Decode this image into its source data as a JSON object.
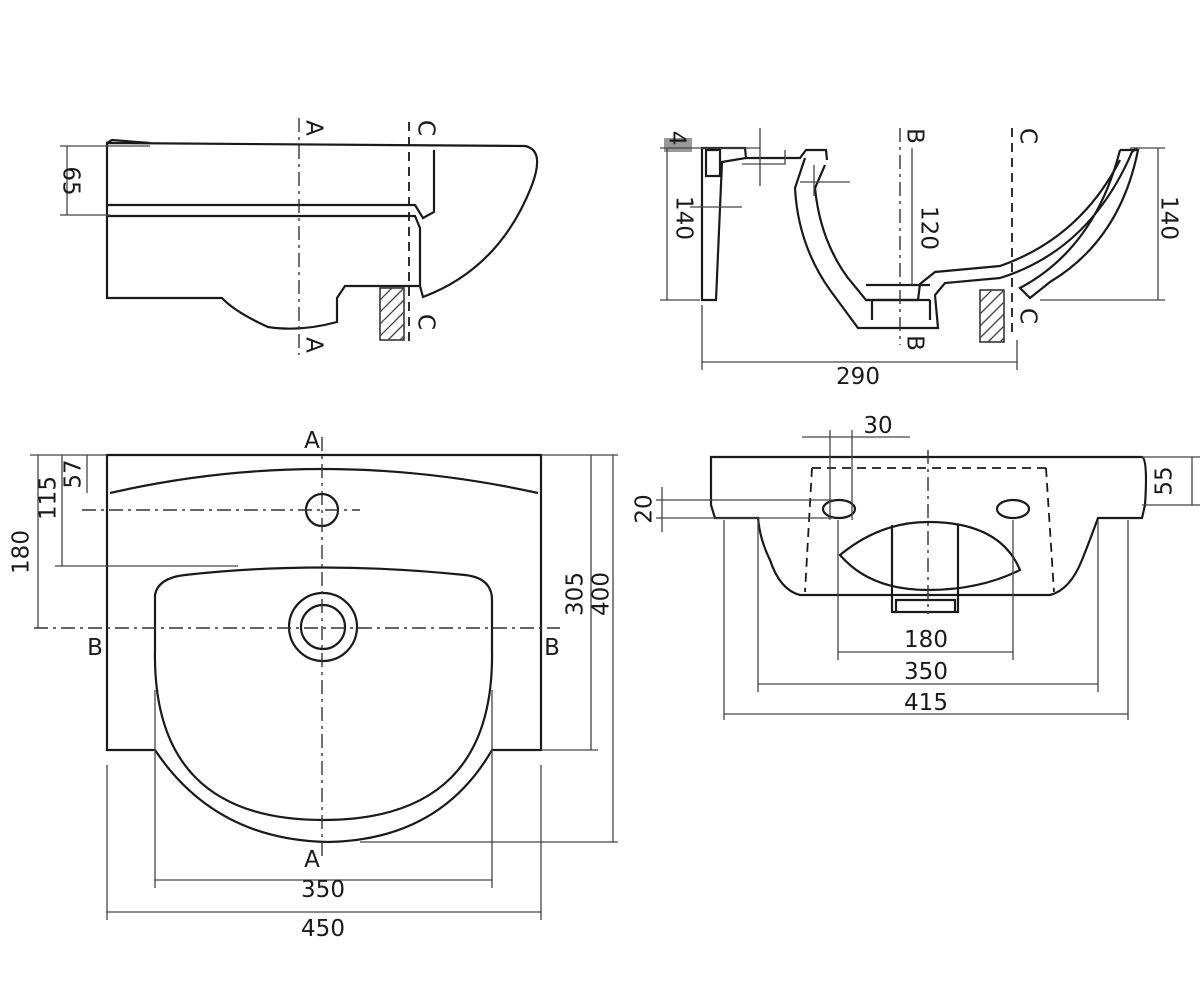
{
  "views": {
    "section_aa": {
      "dims": {
        "height": "65"
      },
      "section_marks": {
        "a_top": "A",
        "a_bottom": "A",
        "c_top": "C",
        "c_bottom": "C"
      }
    },
    "section_bb": {
      "dims": {
        "small": "4",
        "left_height": "140",
        "inner_height": "120",
        "right_height": "140",
        "depth": "290"
      },
      "section_marks": {
        "b_top": "B",
        "b_bottom": "B",
        "c_top": "C",
        "c_bottom": "C"
      }
    },
    "top_view": {
      "dims": {
        "d57": "57",
        "d115": "115",
        "d180": "180",
        "d305": "305",
        "d400": "400",
        "bowl_width": "350",
        "overall_width": "450"
      },
      "section_marks": {
        "a_top": "A",
        "a_bottom": "A",
        "b_left": "B",
        "b_right": "B"
      }
    },
    "front_view": {
      "dims": {
        "hole_dia": "30",
        "offset": "20",
        "rim": "55",
        "d180": "180",
        "d350": "350",
        "d415": "415"
      }
    }
  }
}
